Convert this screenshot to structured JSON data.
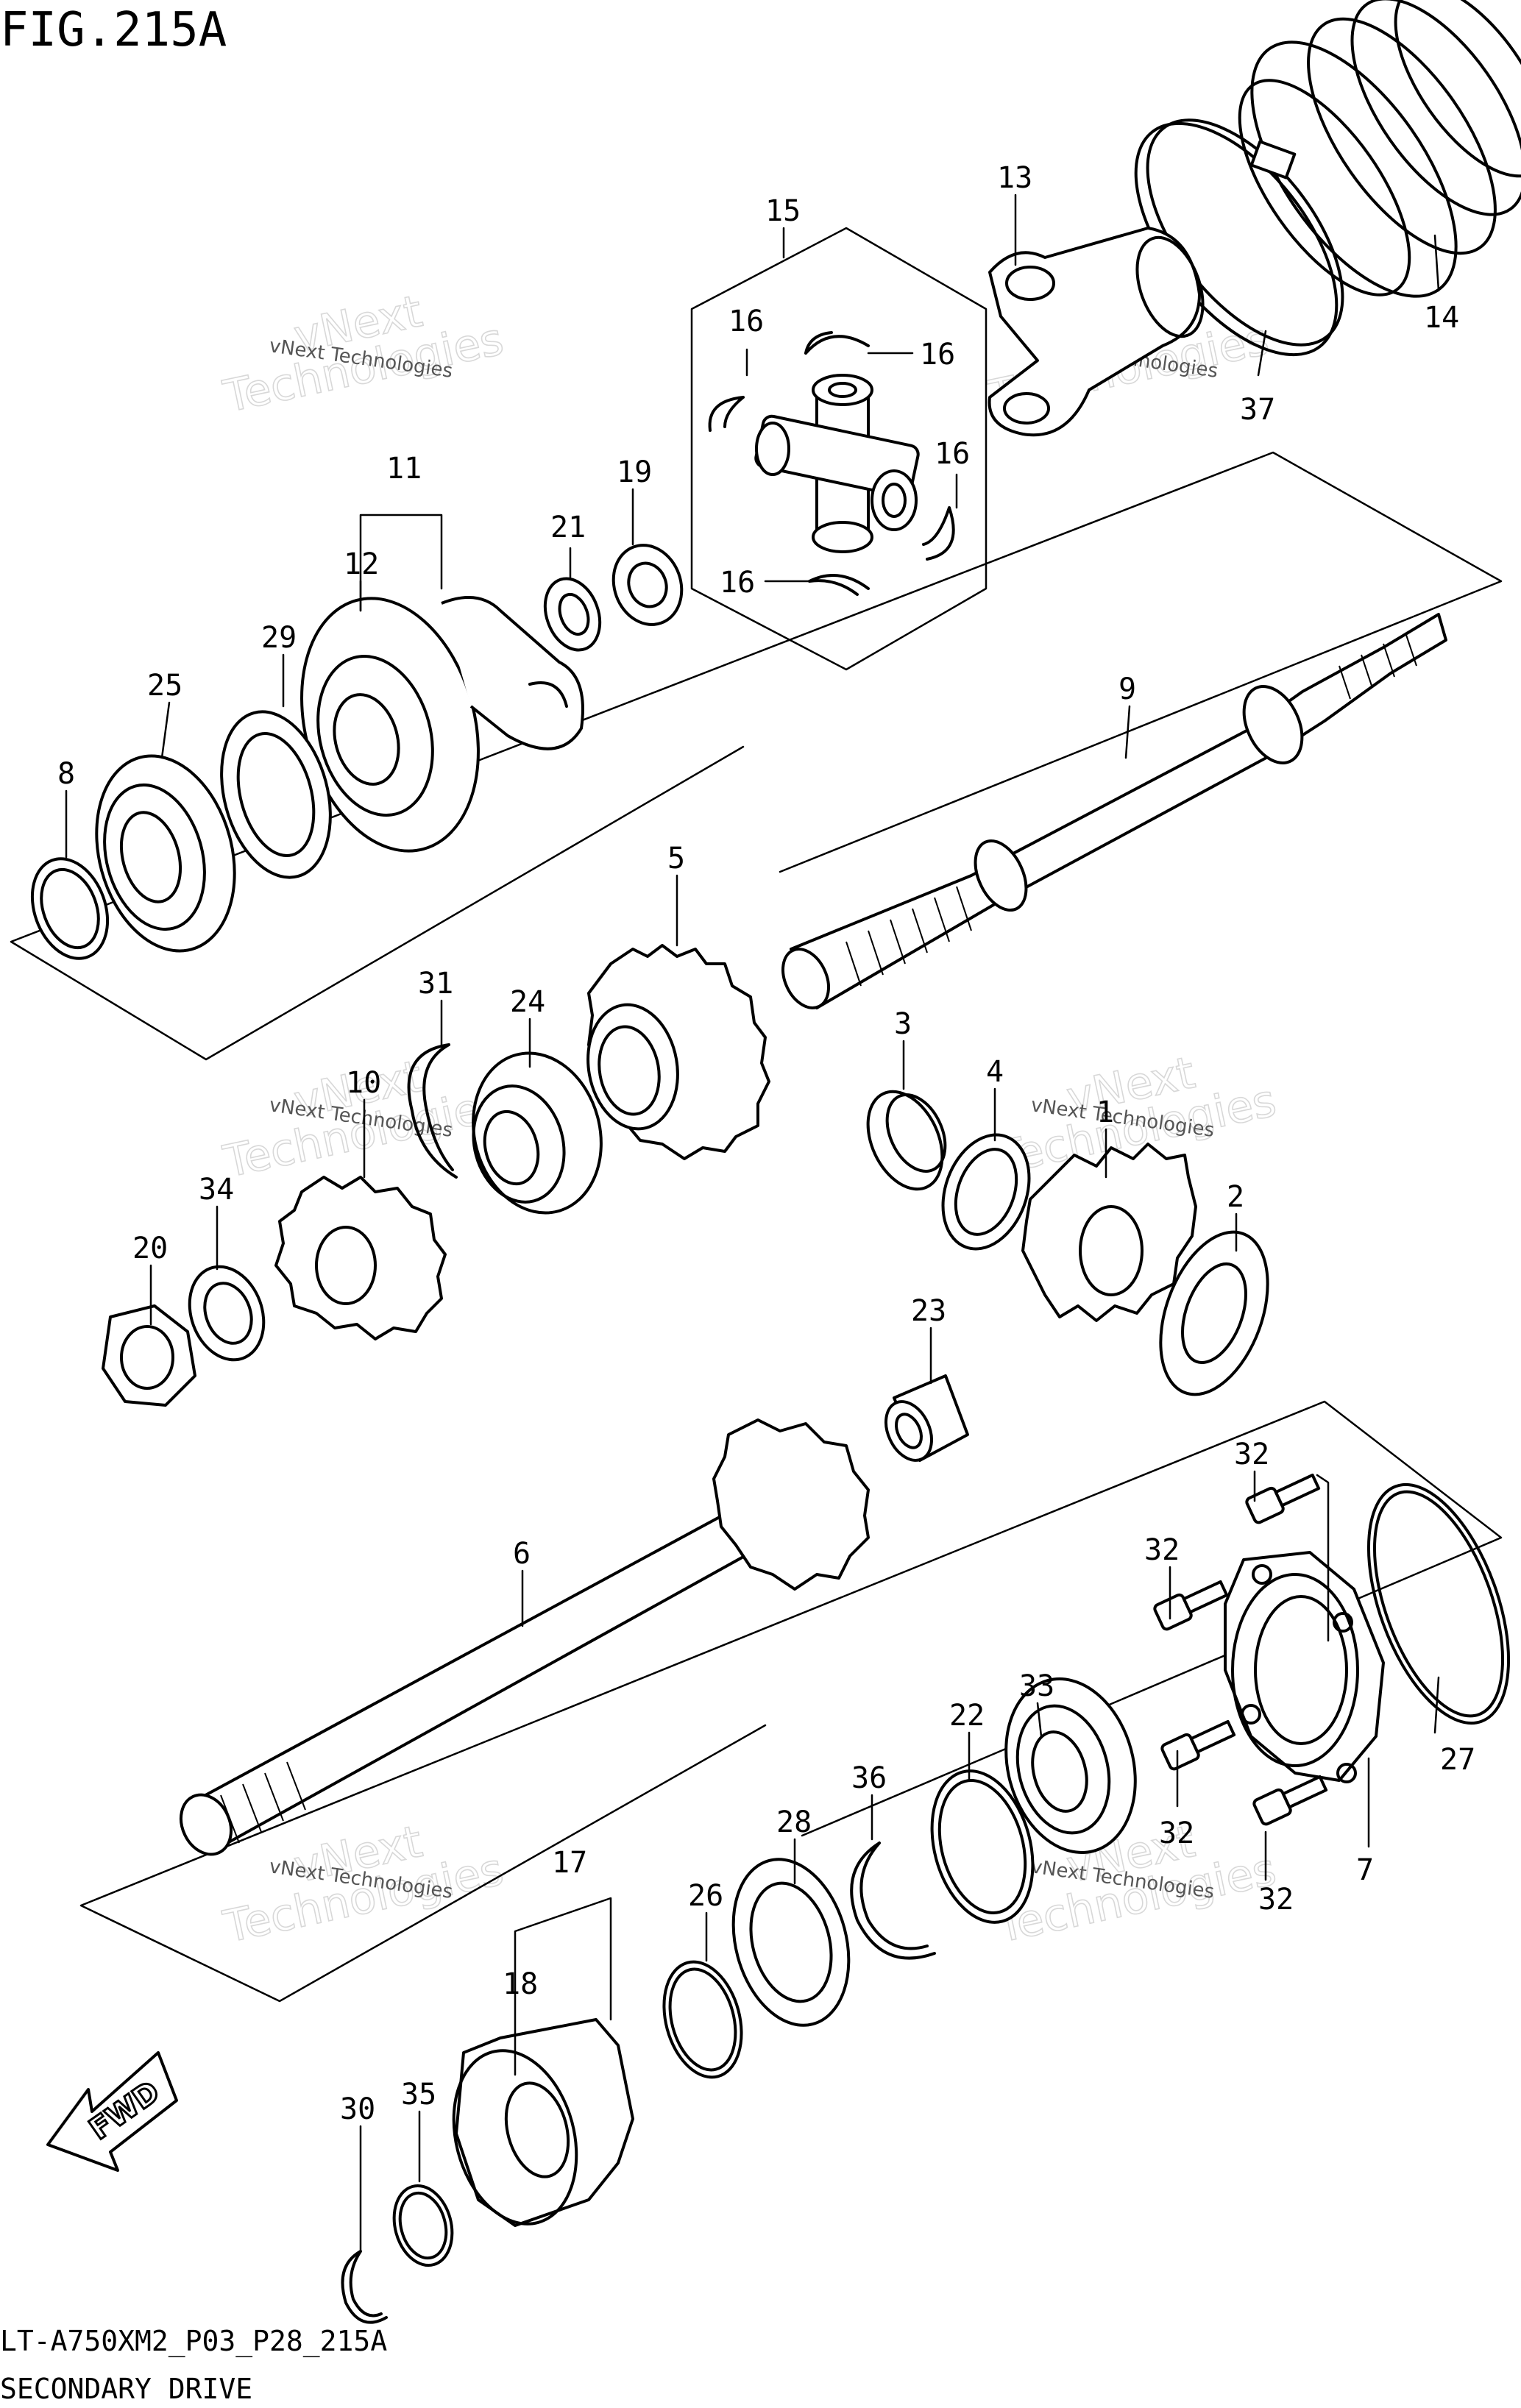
{
  "figure": {
    "title": "FIG.215A",
    "model_code": "LT-A750XM2_P03_P28_215A",
    "section_name": "SECONDARY DRIVE"
  },
  "watermark": {
    "line1": "vNext",
    "line2": "Technologies",
    "small": "vNext Technologies"
  },
  "fwd_label": "FWD",
  "callouts": {
    "c1": "1",
    "c2": "2",
    "c3": "3",
    "c5": "5",
    "c6": "6",
    "c7": "7",
    "c8": "8",
    "c9": "9",
    "c10": "10",
    "c11": "11",
    "c12": "12",
    "c13": "13",
    "c14": "14",
    "c15": "15",
    "c16a": "16",
    "c16b": "16",
    "c16c": "16",
    "c16d": "16",
    "c17": "17",
    "c18": "18",
    "c19": "19",
    "c20": "20",
    "c21": "21",
    "c22": "22",
    "c23": "23",
    "c24": "24",
    "c25": "25",
    "c26": "26",
    "c27": "27",
    "c28": "28",
    "c29": "29",
    "c30": "30",
    "c31": "31",
    "c32a": "32",
    "c32b": "32",
    "c32c": "32",
    "c32d": "32",
    "c33": "33",
    "c34": "34",
    "c35": "35",
    "c36": "36",
    "c37": "37",
    "c4": "4"
  }
}
